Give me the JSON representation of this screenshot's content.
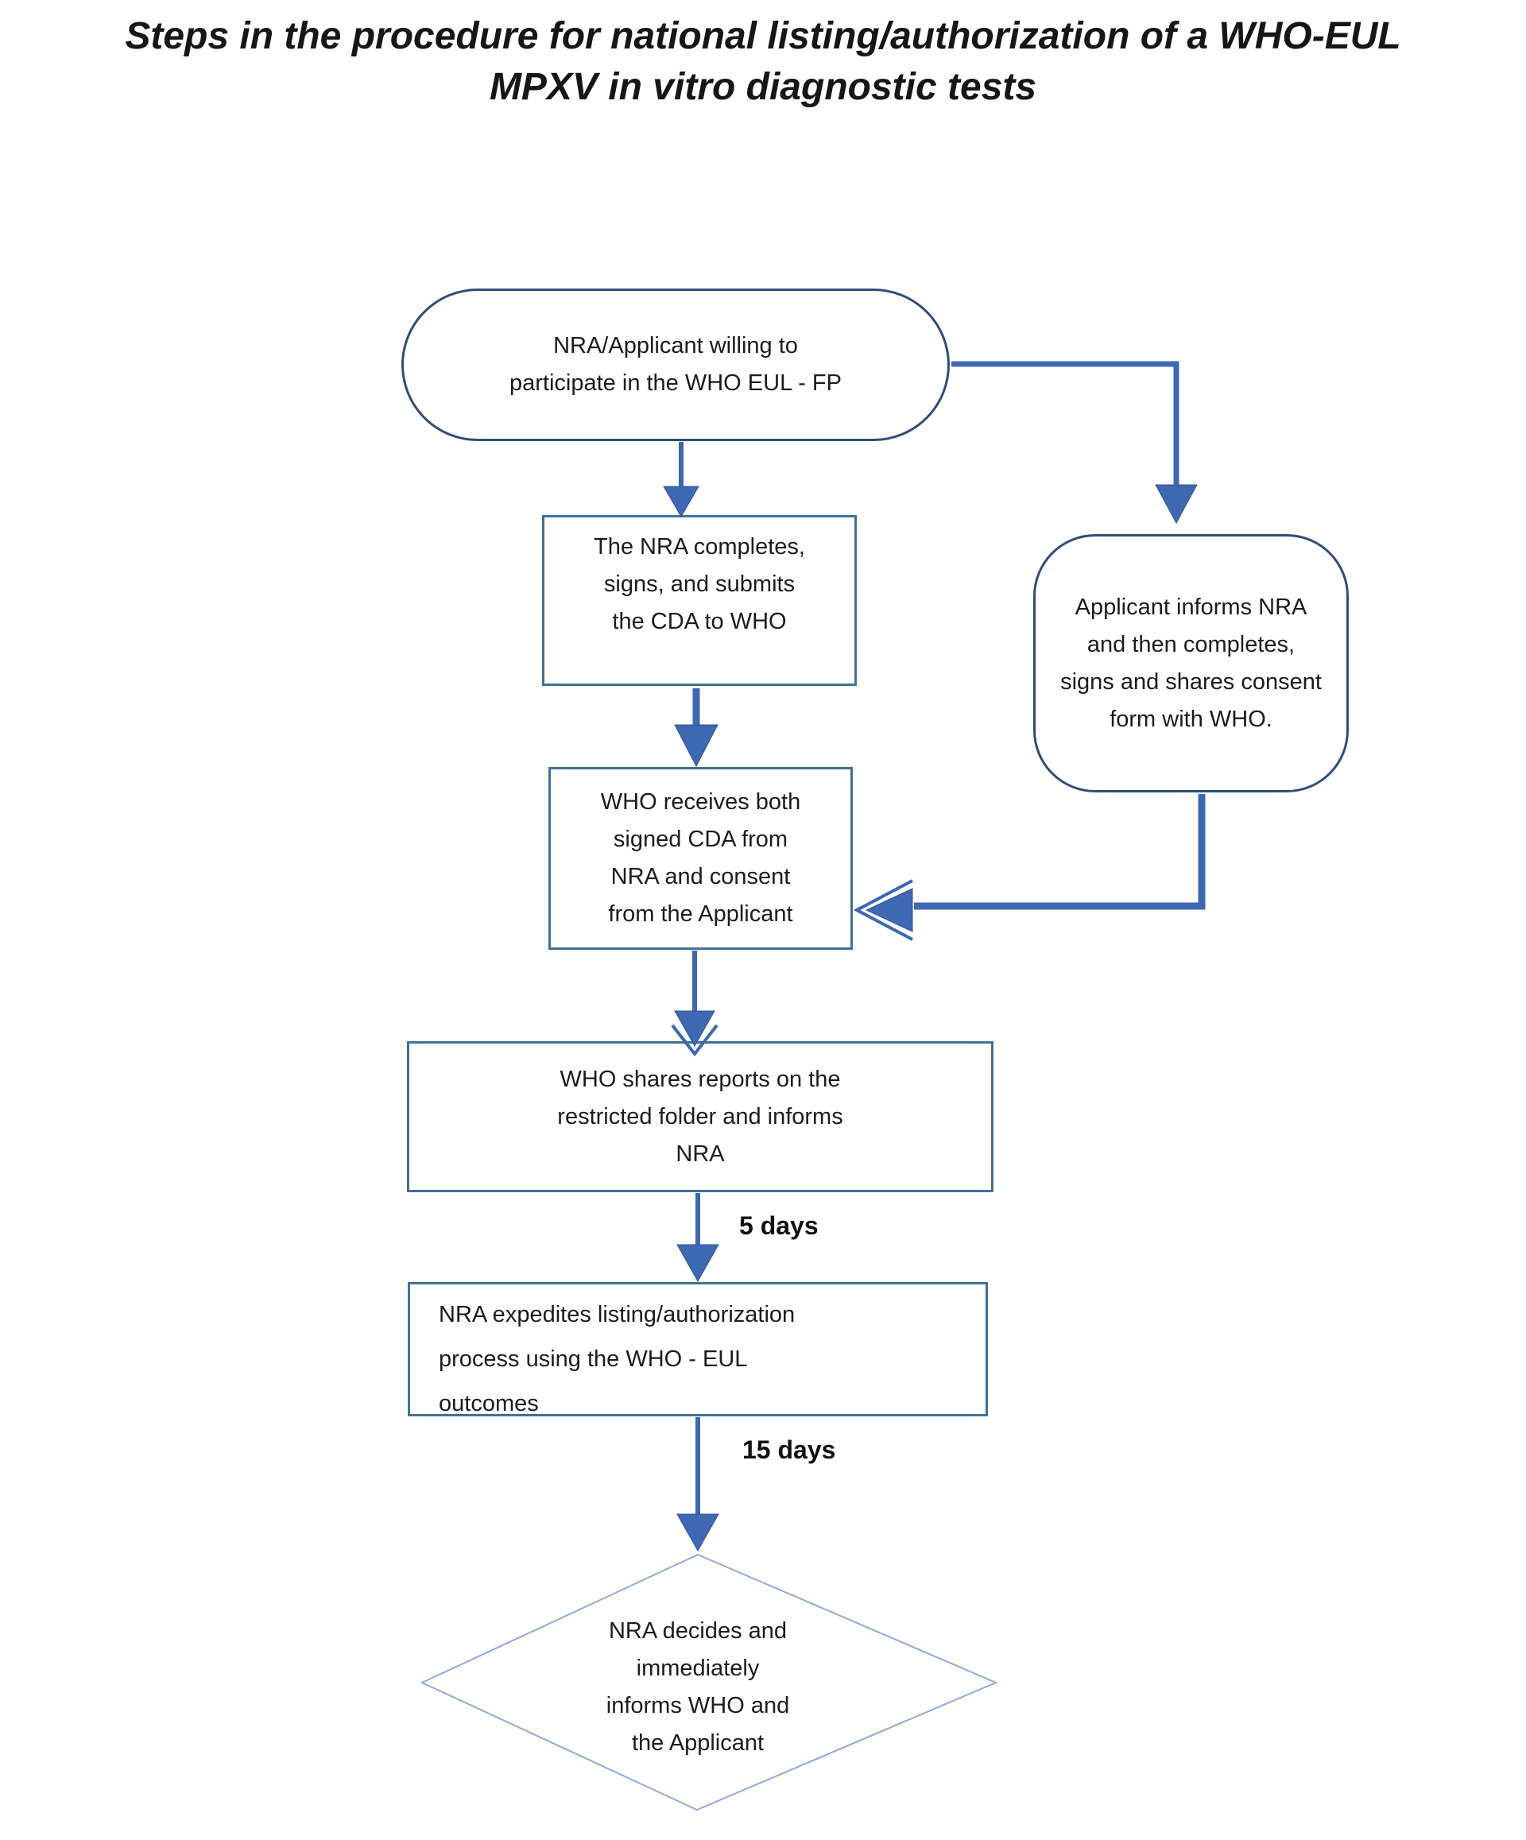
{
  "title": {
    "line1": "Steps in the procedure for national listing/authorization of a WHO-EUL",
    "line2": "MPXV in vitro diagnostic tests"
  },
  "nodes": {
    "start": {
      "shape": "terminator",
      "text": "NRA/Applicant willing to\nparticipate in the WHO EUL - FP"
    },
    "cda": {
      "shape": "process",
      "text": "The NRA completes,\nsigns, and submits\nthe CDA to WHO"
    },
    "consent": {
      "shape": "rounded",
      "text": "Applicant informs NRA\nand then completes,\nsigns and shares consent\nform with  WHO."
    },
    "receives": {
      "shape": "process",
      "text": "WHO receives both\nsigned CDA from\nNRA  and consent\nfrom the  Applicant"
    },
    "shares": {
      "shape": "process",
      "text": "WHO shares reports on the\nrestricted folder and informs\nNRA"
    },
    "expedites": {
      "shape": "process",
      "text": "NRA  expedites listing/authorization\nprocess using  the  WHO - EUL\noutcomes"
    },
    "decision": {
      "shape": "decision",
      "text": "NRA  decides and\nimmediately\ninforms WHO and\nthe  Applicant"
    }
  },
  "edge_labels": {
    "five_days": "5 days",
    "fifteen_days": "15 days"
  },
  "colors": {
    "arrow": "#3E68B1",
    "arrow_dark": "#2F5597",
    "node_border_dark": "#2E4E79",
    "node_border": "#41719C",
    "diamond_border": "#8FAADC",
    "text": "#1c1c1c"
  }
}
